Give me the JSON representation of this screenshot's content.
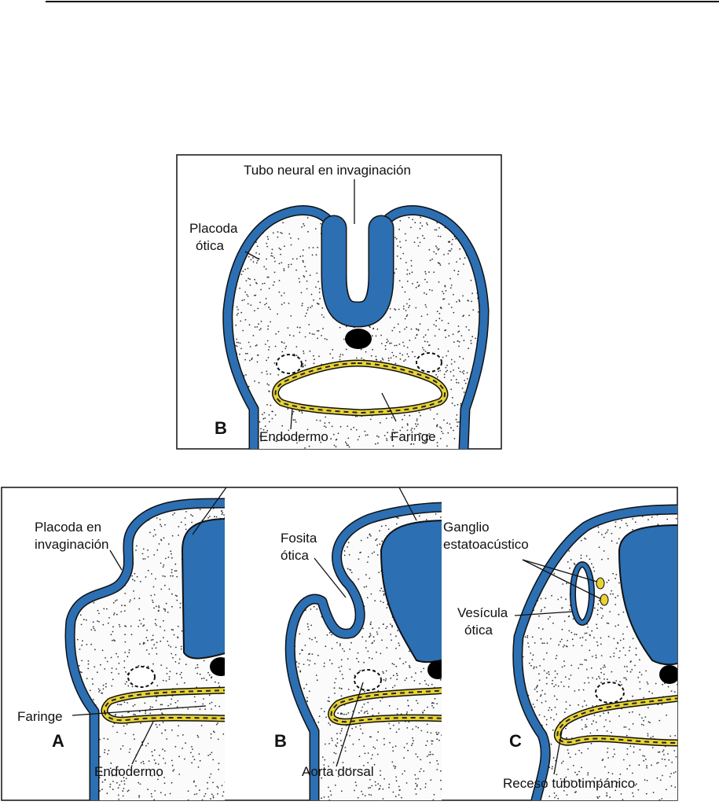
{
  "colors": {
    "ectoderm": "#2c6fb3",
    "endoderm": "#e8d335",
    "mesenchyme_dots": "#333333",
    "notochord": "#000000",
    "outline": "#111111"
  },
  "top_figure": {
    "panel_letter": "B",
    "labels": {
      "neural_tube": "Tubo neural en invaginación",
      "otic_placode_line1": "Placoda",
      "otic_placode_line2": "ótica",
      "endoderm": "Endodermo",
      "pharynx": "Faringe"
    }
  },
  "bottom_figure": {
    "panel_a": {
      "letter": "A",
      "placode_line1": "Placoda en",
      "placode_line2": "invaginación",
      "pharynx": "Faringe",
      "endoderm": "Endodermo"
    },
    "panel_b": {
      "letter": "B",
      "pit_line1": "Fosita",
      "pit_line2": "ótica",
      "aorta": "Aorta dorsal"
    },
    "panel_c": {
      "letter": "C",
      "ganglion_line1": "Ganglio",
      "ganglion_line2": "estatoacústico",
      "vesicle_line1": "Vesícula",
      "vesicle_line2": "ótica",
      "recess": "Receso tubotimpánico"
    }
  }
}
